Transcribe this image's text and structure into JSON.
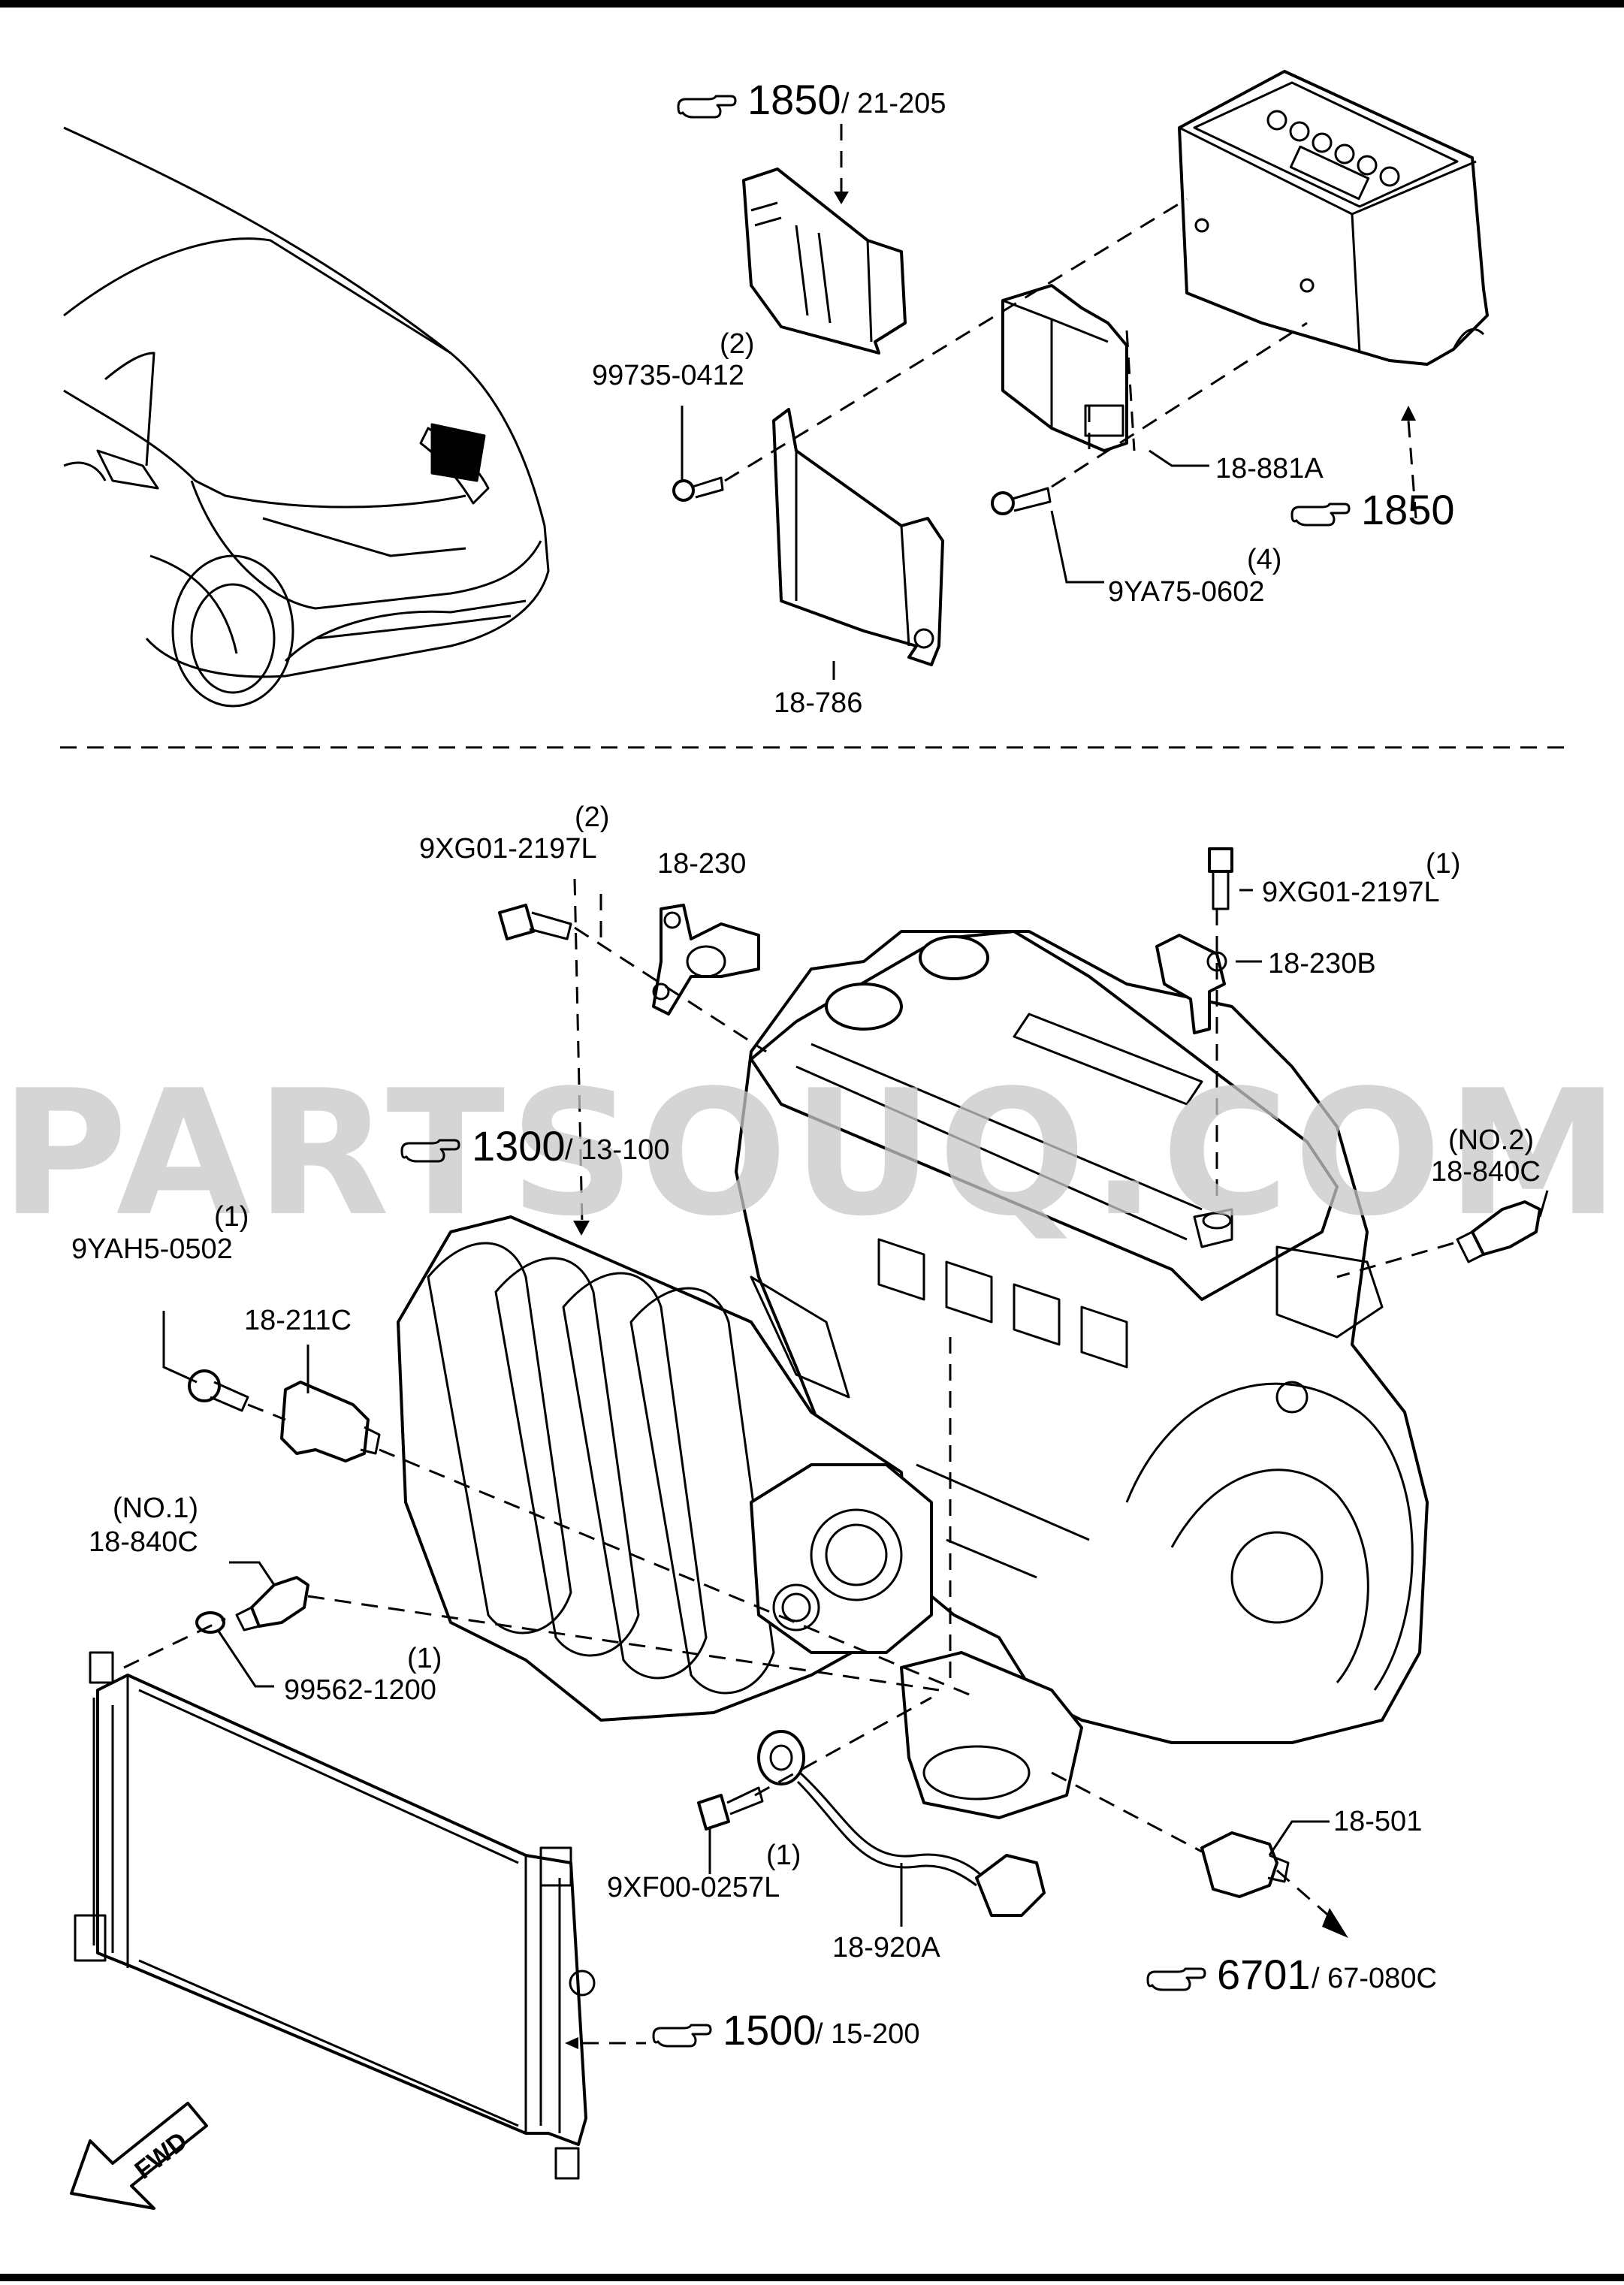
{
  "watermark": "PARTSOUQ.COM",
  "refs": {
    "r1850_top": {
      "num": "1850",
      "sub": "21-205"
    },
    "r1850_right": {
      "num": "1850"
    },
    "r1300": {
      "num": "1300",
      "sub": "13-100"
    },
    "r1500": {
      "num": "1500",
      "sub": "15-200"
    },
    "r6701": {
      "num": "6701",
      "sub": "67-080C"
    }
  },
  "parts": {
    "p99735_qty": "(2)",
    "p99735": "99735-0412",
    "p18881a": "18-881A",
    "p9ya75_qty": "(4)",
    "p9ya75": "9YA75-0602",
    "p18786": "18-786",
    "p9xg01a_qty": "(2)",
    "p9xg01a": "9XG01-2197L",
    "p18230": "18-230",
    "p9xg01b_qty": "(1)",
    "p9xg01b": "9XG01-2197L",
    "p18230b": "18-230B",
    "p18840c2_no": "(NO.2)",
    "p18840c2": "18-840C",
    "p9yah5_qty": "(1)",
    "p9yah5": "9YAH5-0502",
    "p18211c": "18-211C",
    "p18840c1_no": "(NO.1)",
    "p18840c1": "18-840C",
    "p99562_qty": "(1)",
    "p99562": "99562-1200",
    "p9xf00_qty": "(1)",
    "p9xf00": "9XF00-0257L",
    "p18920a": "18-920A",
    "p18501": "18-501"
  },
  "fwd_label": "FWD",
  "icons": {
    "ref_pointer": "pointing-hand-icon",
    "fwd_arrow": "fwd-arrow-icon"
  }
}
